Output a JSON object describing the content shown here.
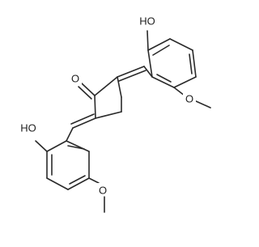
{
  "molecule": {
    "atoms": {
      "hydroxyl_top": "HO",
      "hydroxyl_bottom": "HO",
      "carbonyl_oxygen": "O",
      "methoxy_oxygen_top": "O",
      "methoxy_oxygen_bottom": "O"
    },
    "colors": {
      "bond": "#2a2a2a",
      "label": "#222222",
      "background": "#ffffff"
    }
  }
}
